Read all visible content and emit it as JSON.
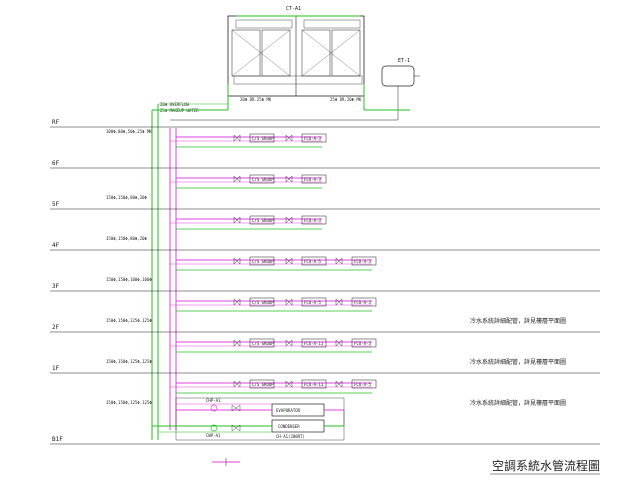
{
  "title": "空調系統水管流程圖",
  "cooling_tower": {
    "label": "CT-A1",
    "tags": [
      "20Φ OVERFLOW",
      "25Φ MAKEUP WATER"
    ],
    "notes": [
      "20Φ DR.25Φ MK",
      "25Φ DR.20Φ MK"
    ]
  },
  "expansion_tank": {
    "label": "ET-1"
  },
  "floors": [
    {
      "name": "RF",
      "pipe": "100Φ,80Φ,50Φ,25Φ MK",
      "units": [
        "C/S GROUP",
        "FCU-A-3"
      ],
      "note": ""
    },
    {
      "name": "6F",
      "pipe": "150Φ,150Φ,80Φ,20Φ",
      "units": [
        "C/S GROUP",
        "FCU-A-3"
      ],
      "note": ""
    },
    {
      "name": "5F",
      "pipe": "150Φ,150Φ,80Φ,20Φ",
      "units": [
        "C/S GROUP",
        "FCU-A-3"
      ],
      "note": ""
    },
    {
      "name": "4F",
      "pipe": "150Φ,150Φ,100Φ,100Φ",
      "units": [
        "C/S GROUP",
        "FCU-A-5",
        "FCU-A-3"
      ],
      "note": ""
    },
    {
      "name": "3F",
      "pipe": "150Φ,150Φ,125Φ,125Φ",
      "units": [
        "C/S GROUP",
        "FCU-A-5",
        "FCU-A-3"
      ],
      "note": "冷水系統詳細配管，詳見樓層平面圖"
    },
    {
      "name": "2F",
      "pipe": "150Φ,150Φ,125Φ,125Φ",
      "units": [
        "C/S GROUP",
        "FCU-A-11",
        "FCU-A-3"
      ],
      "note": "冷水系統詳細配管，詳見樓層平面圖"
    },
    {
      "name": "1F",
      "pipe": "150Φ,150Φ,125Φ,125Φ",
      "units": [
        "C/S GROUP",
        "FCU-A-11",
        "FCU-A-5"
      ],
      "note": "冷水系統詳細配管，詳見樓層平面圖"
    },
    {
      "name": "B1F",
      "pipe": "",
      "units": [],
      "note": ""
    }
  ],
  "plant_room": {
    "evaporator": "EVAPORATOR",
    "condenser": "CONDENSER",
    "chiller_label": "CH-A1(200RT)",
    "pumps": [
      "CHP-A1",
      "CWP-A1"
    ]
  },
  "colors": {
    "chilled_supply": "#e040e0",
    "condenser": "#20c020",
    "linework": "#1a1a1a"
  }
}
